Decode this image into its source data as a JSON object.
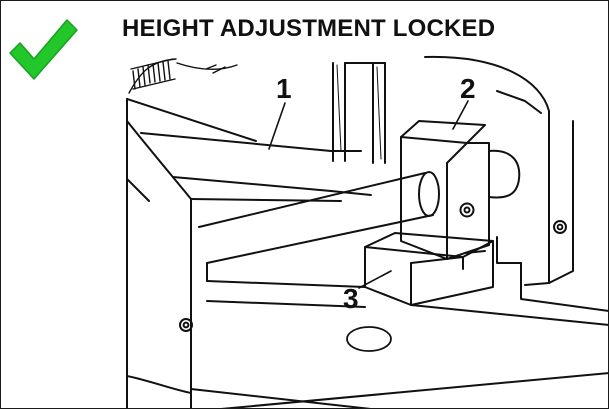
{
  "title": "HEIGHT ADJUSTMENT LOCKED",
  "status": {
    "icon": "checkmark-icon",
    "color": "#22c82a"
  },
  "callouts": [
    {
      "number": "1"
    },
    {
      "number": "2"
    },
    {
      "number": "3"
    }
  ]
}
